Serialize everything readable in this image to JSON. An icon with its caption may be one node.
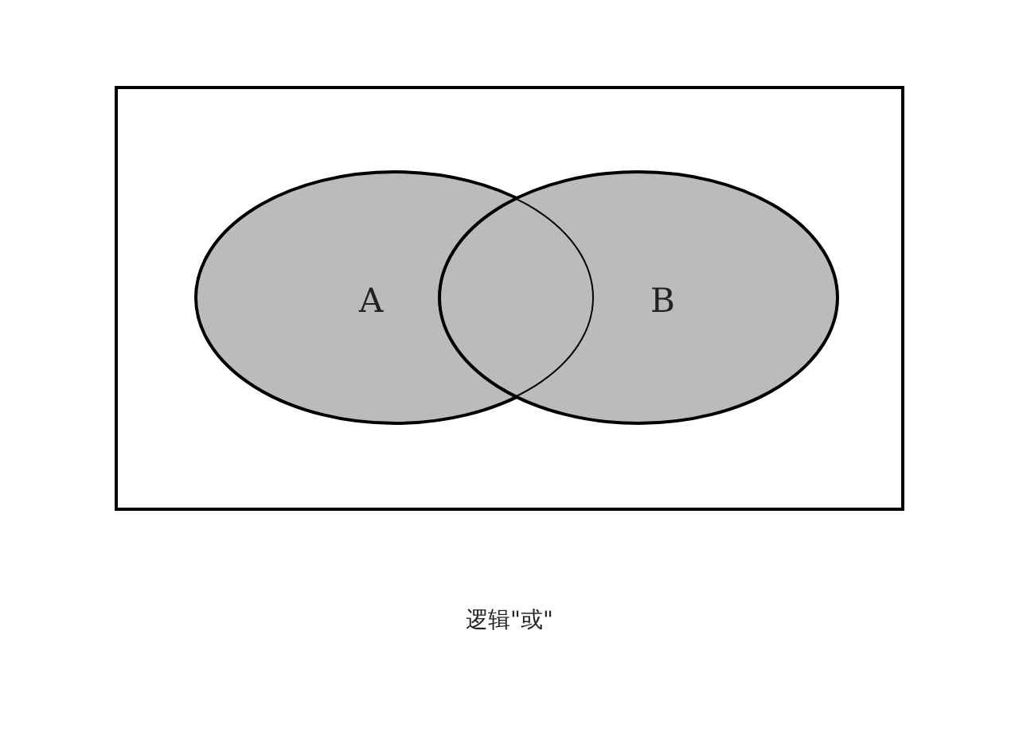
{
  "diagram": {
    "caption": "逻辑\"或\"",
    "nodes": [
      {
        "text": [],
        "shape": "box"
      },
      {
        "text": [
          "A"
        ],
        "in": 0
      },
      {
        "text": [
          "B"
        ],
        "in": 0
      }
    ]
  }
}
